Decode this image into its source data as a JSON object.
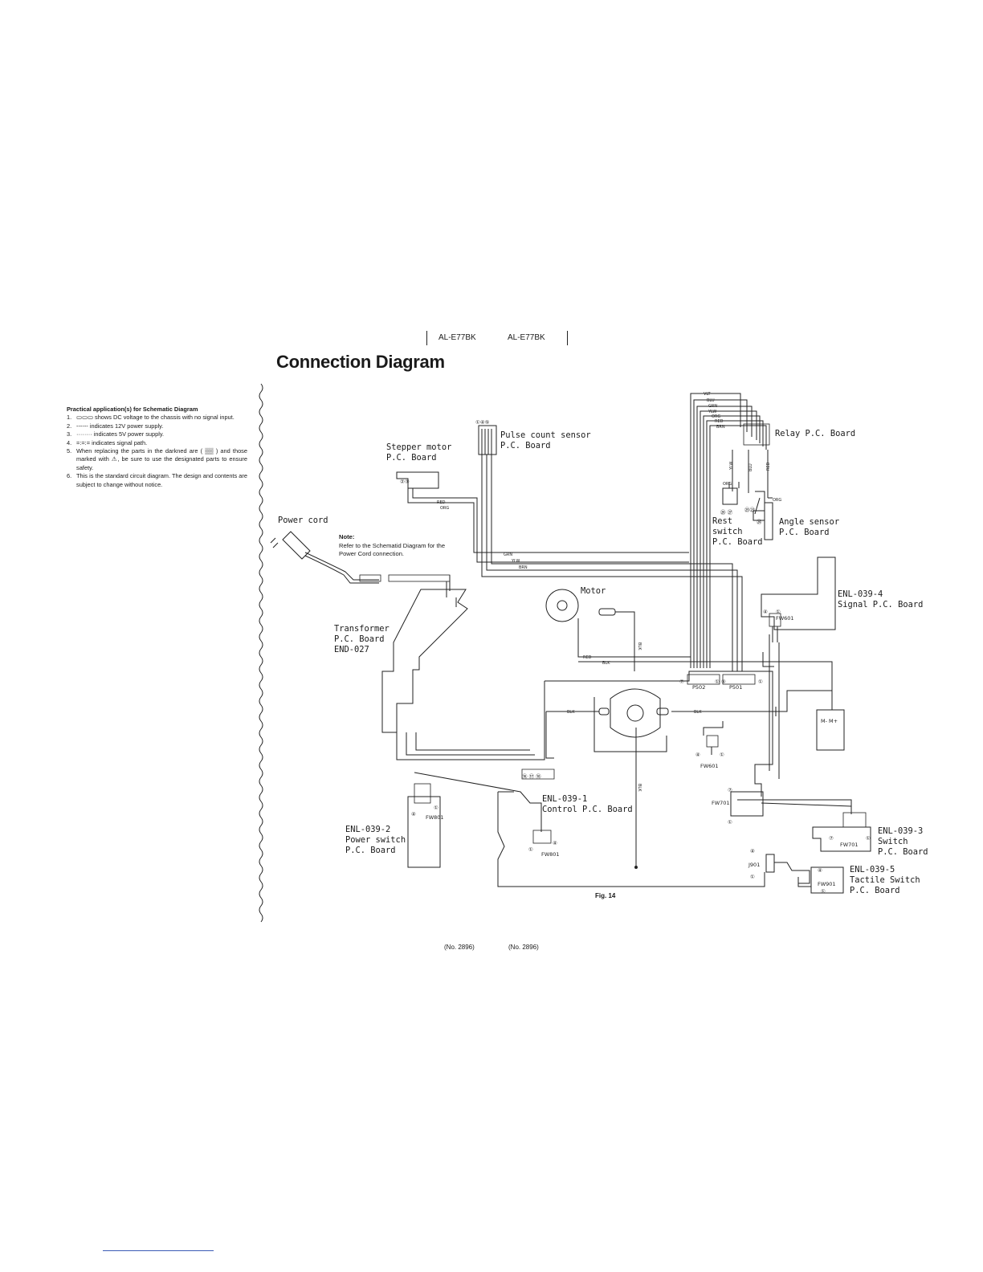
{
  "header": {
    "model_left": "AL-E77BK",
    "model_right": "AL-E77BK"
  },
  "title": "Connection Diagram",
  "notes": {
    "heading": "Practical application(s) for Schematic Diagram",
    "items": [
      {
        "num": "1.",
        "text": "▭▭▭ shows DC voltage to the chassis with no signal input."
      },
      {
        "num": "2.",
        "text": "------ indicates 12V power supply."
      },
      {
        "num": "3.",
        "text": "········ indicates 5V power supply."
      },
      {
        "num": "4.",
        "text": "=:=:= indicates signal path."
      },
      {
        "num": "5.",
        "text": "When replacing the parts in the darkned are ( ▒▒ ) and those marked with ⚠, be sure to use the designated parts to ensure safety."
      },
      {
        "num": "6.",
        "text": "This is the standard circuit diagram. The design and contents are subject to change without notice."
      }
    ]
  },
  "power_note": {
    "title": "Note:",
    "text": "Refer to the Schematid Diagram for the Power Cord connection."
  },
  "labels": {
    "pulse": "Pulse count sensor\nP.C. Board",
    "stepper": "Stepper motor\nP.C. Board",
    "relay": "Relay P.C. Board",
    "power_cord": "Power cord",
    "rest": "Rest\nswitch\nP.C. Board",
    "angle": "Angle sensor\nP.C. Board",
    "motor": "Motor",
    "signal": "ENL-039-4\nSignal P.C. Board",
    "transformer": "Transformer\nP.C. Board\nEND-027",
    "control": "ENL-039-1\nControl P.C. Board",
    "power_switch": "ENL-039-2\nPower switch\nP.C. Board",
    "switch": "ENL-039-3\nSwitch\nP.C. Board",
    "tactile": "ENL-039-5\nTactile Switch\nP.C. Board"
  },
  "wire_colors": {
    "relay_bundle": [
      "VLT",
      "BLU",
      "GRN",
      "YLW",
      "ORG",
      "RED",
      "BRN"
    ],
    "relay_drops": [
      "YLW",
      "BLU",
      "RED"
    ],
    "stepper": [
      "RED",
      "ORG"
    ],
    "pulse": [
      "GRN",
      "YLW",
      "BRN"
    ],
    "motor_red": "RED",
    "blk": "BLK",
    "rest": "ORG",
    "angle": "ORG"
  },
  "connectors": {
    "p502": "P502",
    "p501": "P501",
    "fw601": "FW601",
    "fw701": "FW701",
    "fw801": "FW801",
    "fw901": "FW901",
    "j901": "J901",
    "m_terminals": "M-  M+",
    "pin_1": "①",
    "pin_4": "④",
    "pin_5": "⑤",
    "pin_7": "⑦",
    "pin_pair_23": "②③",
    "pin_trio_145": "①④⑤",
    "pin_pair_rest": "㉖ ㉗",
    "pin_pair_angle": "㉕㉓",
    "pin_angle_bottom": "㉔",
    "ctrl_pins": "⑯ ⑰ ⑱"
  },
  "figure_caption": "Fig. 14",
  "footer": {
    "left": "(No. 2896)",
    "right": "(No. 2896)"
  }
}
